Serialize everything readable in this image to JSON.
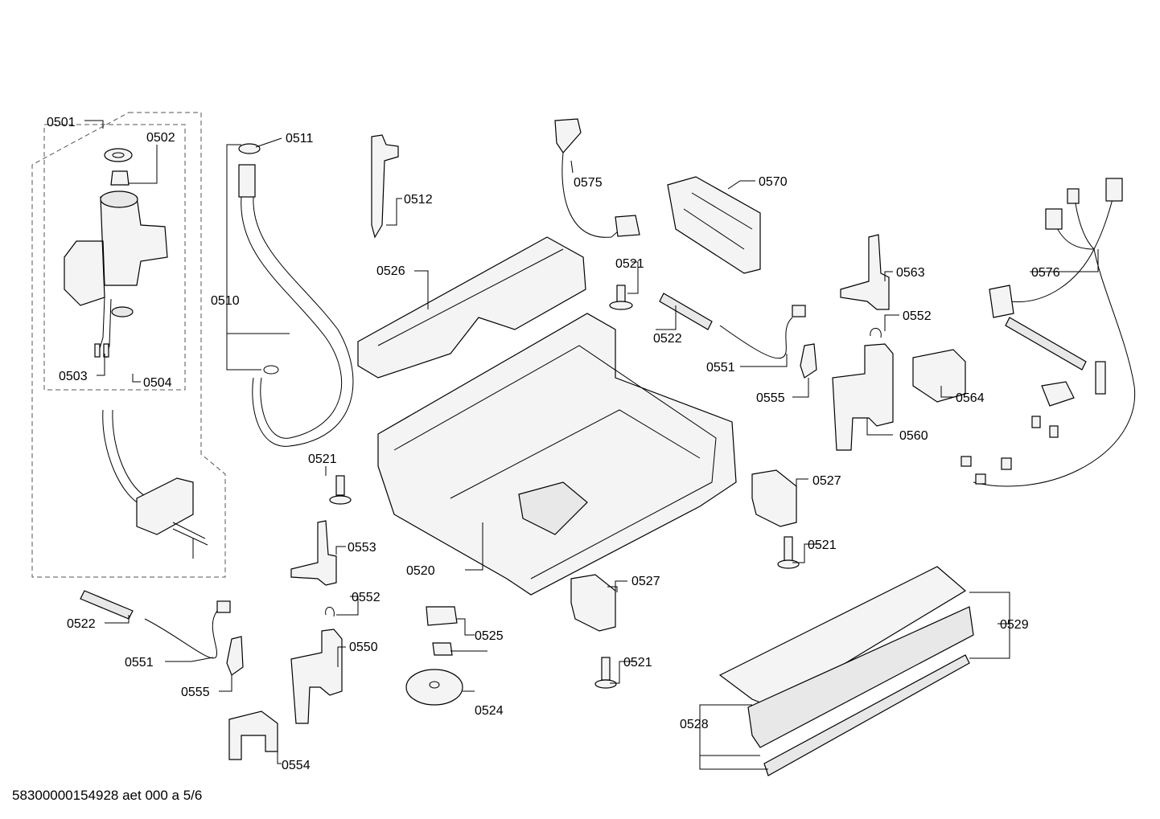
{
  "diagram": {
    "labels": {
      "p0501": "0501",
      "p0502": "0502",
      "p0503": "0503",
      "p0504": "0504",
      "p0510": "0510",
      "p0511": "0511",
      "p0512": "0512",
      "p0520": "0520",
      "p0521a": "0521",
      "p0521b": "0521",
      "p0521c": "0521",
      "p0521d": "0521",
      "p0522a": "0522",
      "p0522b": "0522",
      "p0524": "0524",
      "p0525": "0525",
      "p0526": "0526",
      "p0527a": "0527",
      "p0527b": "0527",
      "p0528": "0528",
      "p0529": "0529",
      "p0550": "0550",
      "p0551a": "0551",
      "p0551b": "0551",
      "p0552a": "0552",
      "p0552b": "0552",
      "p0553": "0553",
      "p0554": "0554",
      "p0555a": "0555",
      "p0555b": "0555",
      "p0560": "0560",
      "p0563": "0563",
      "p0564": "0564",
      "p0570": "0570",
      "p0575": "0575",
      "p0576": "0576"
    },
    "footer": "58300000154928 aet 000 a 5/6"
  }
}
